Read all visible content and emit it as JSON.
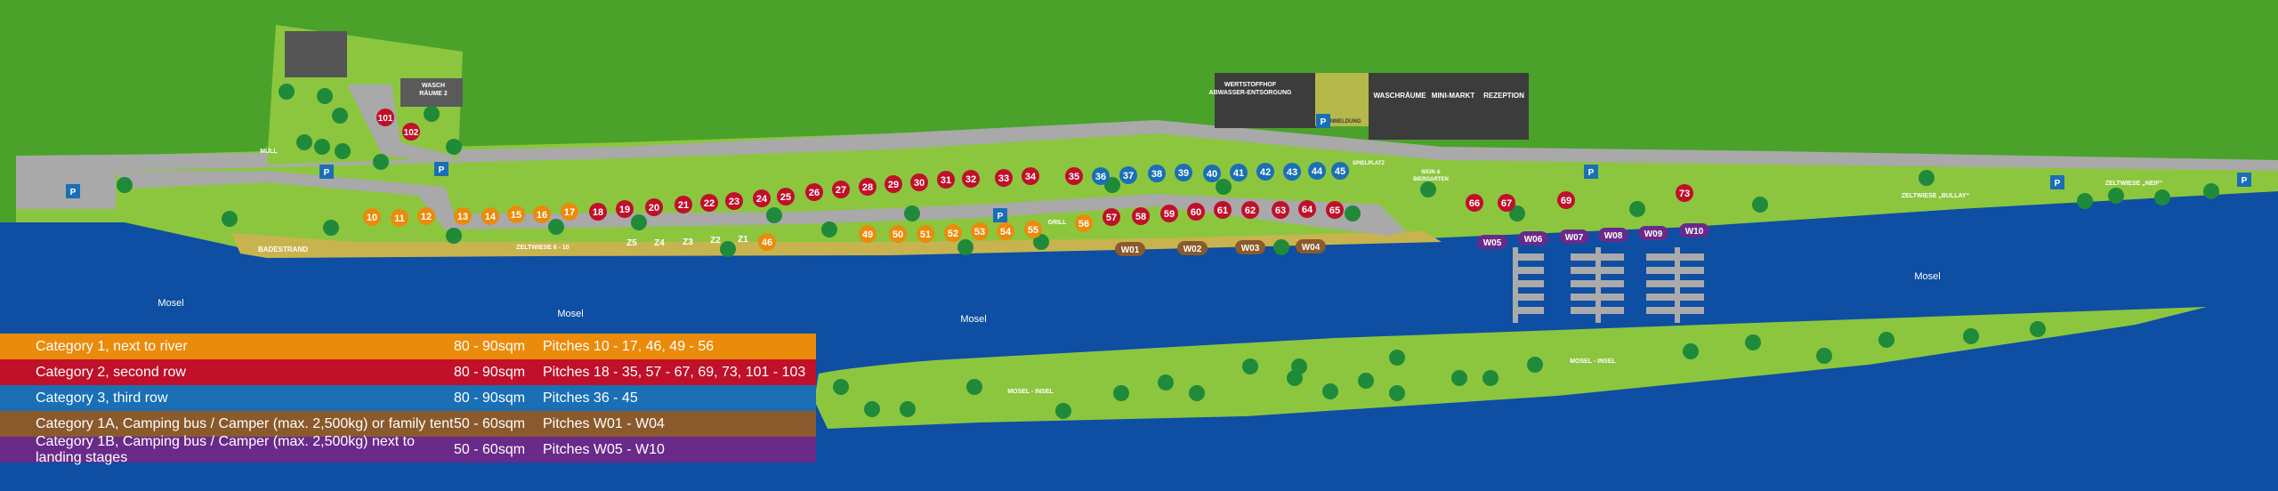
{
  "colors": {
    "grass": "#4aa22a",
    "water": "#0e4ea3",
    "path": "#a9a9a9",
    "meadow": "#8cc63f",
    "sand": "#c8b44e",
    "cat1": "#ea8b0c",
    "cat2": "#c0102a",
    "cat3": "#1a6fb5",
    "cat1a": "#8a5a2c",
    "cat1b": "#6a2a8a",
    "building": "#5a5a5a",
    "dark": "#3c3c3c"
  },
  "labels": {
    "mosel_1": "Mosel",
    "mosel_2": "Mosel",
    "mosel_3": "Mosel",
    "mosel_4": "Mosel",
    "mosel_insel_1": "MOSEL - INSEL",
    "mosel_insel_2": "MOSEL - INSEL",
    "badestrand": "BADESTRAND",
    "zeltwiese_6_10": "ZELTWIESE 6 - 10",
    "zeltwiese_bullay": "ZELTWIESE „BULLAY“",
    "zeltwiese_neif": "ZELTWIESE „NEIF“",
    "muell": "MÜLL",
    "wasch": "WASCH\nRÄUME 2",
    "spielplatz": "SPIELPLATZ",
    "grill": "GRILL",
    "wein": "WEIN &\nBIERGARTEN",
    "wertstoffhof": "WERTSTOFFHOF\nABWASSER-ENTSORGUNG",
    "anmeldung": "ANMELDUNG",
    "waschraeume": "WASCHRÄUME",
    "minimarkt": "MINI-MARKT",
    "rezeption": "REZEPTION",
    "parking": "P"
  },
  "pitches_cat1": [
    "10",
    "11",
    "12",
    "13",
    "14",
    "15",
    "16",
    "17",
    "46",
    "49",
    "50",
    "51",
    "52",
    "53",
    "54",
    "55",
    "56"
  ],
  "pitches_cat2": [
    "18",
    "19",
    "20",
    "21",
    "22",
    "23",
    "24",
    "25",
    "26",
    "27",
    "28",
    "29",
    "30",
    "31",
    "32",
    "33",
    "34",
    "35",
    "57",
    "58",
    "59",
    "60",
    "61",
    "62",
    "63",
    "64",
    "65",
    "66",
    "67",
    "69",
    "73",
    "101",
    "102"
  ],
  "pitches_cat3": [
    "36",
    "37",
    "38",
    "39",
    "40",
    "41",
    "42",
    "43",
    "44",
    "45"
  ],
  "pitches_w": [
    "W01",
    "W02",
    "W03",
    "W04"
  ],
  "pitches_wb": [
    "W05",
    "W06",
    "W07",
    "W08",
    "W09",
    "W10"
  ],
  "zelt": [
    "Z5",
    "Z4",
    "Z3",
    "Z2",
    "Z1"
  ],
  "legend": [
    {
      "category": "Category 1, next to river",
      "size": "80 - 90sqm",
      "pitches": "Pitches 10 - 17, 46, 49 - 56",
      "color": "#ea8b0c"
    },
    {
      "category": "Category 2, second row",
      "size": "80 - 90sqm",
      "pitches": "Pitches 18 - 35, 57 - 67, 69, 73, 101 - 103",
      "color": "#c0102a"
    },
    {
      "category": "Category 3, third row",
      "size": "80 - 90sqm",
      "pitches": "Pitches 36 - 45",
      "color": "#1a6fb5"
    },
    {
      "category": "Category 1A, Camping bus / Camper (max. 2,500kg) or family tent",
      "size": "50 - 60sqm",
      "pitches": "Pitches W01 -  W04",
      "color": "#8a5a2c"
    },
    {
      "category": "Category 1B, Camping bus / Camper (max. 2,500kg) next to landing stages",
      "size": "50 - 60sqm",
      "pitches": "Pitches W05 - W10",
      "color": "#6a2a8a"
    }
  ]
}
